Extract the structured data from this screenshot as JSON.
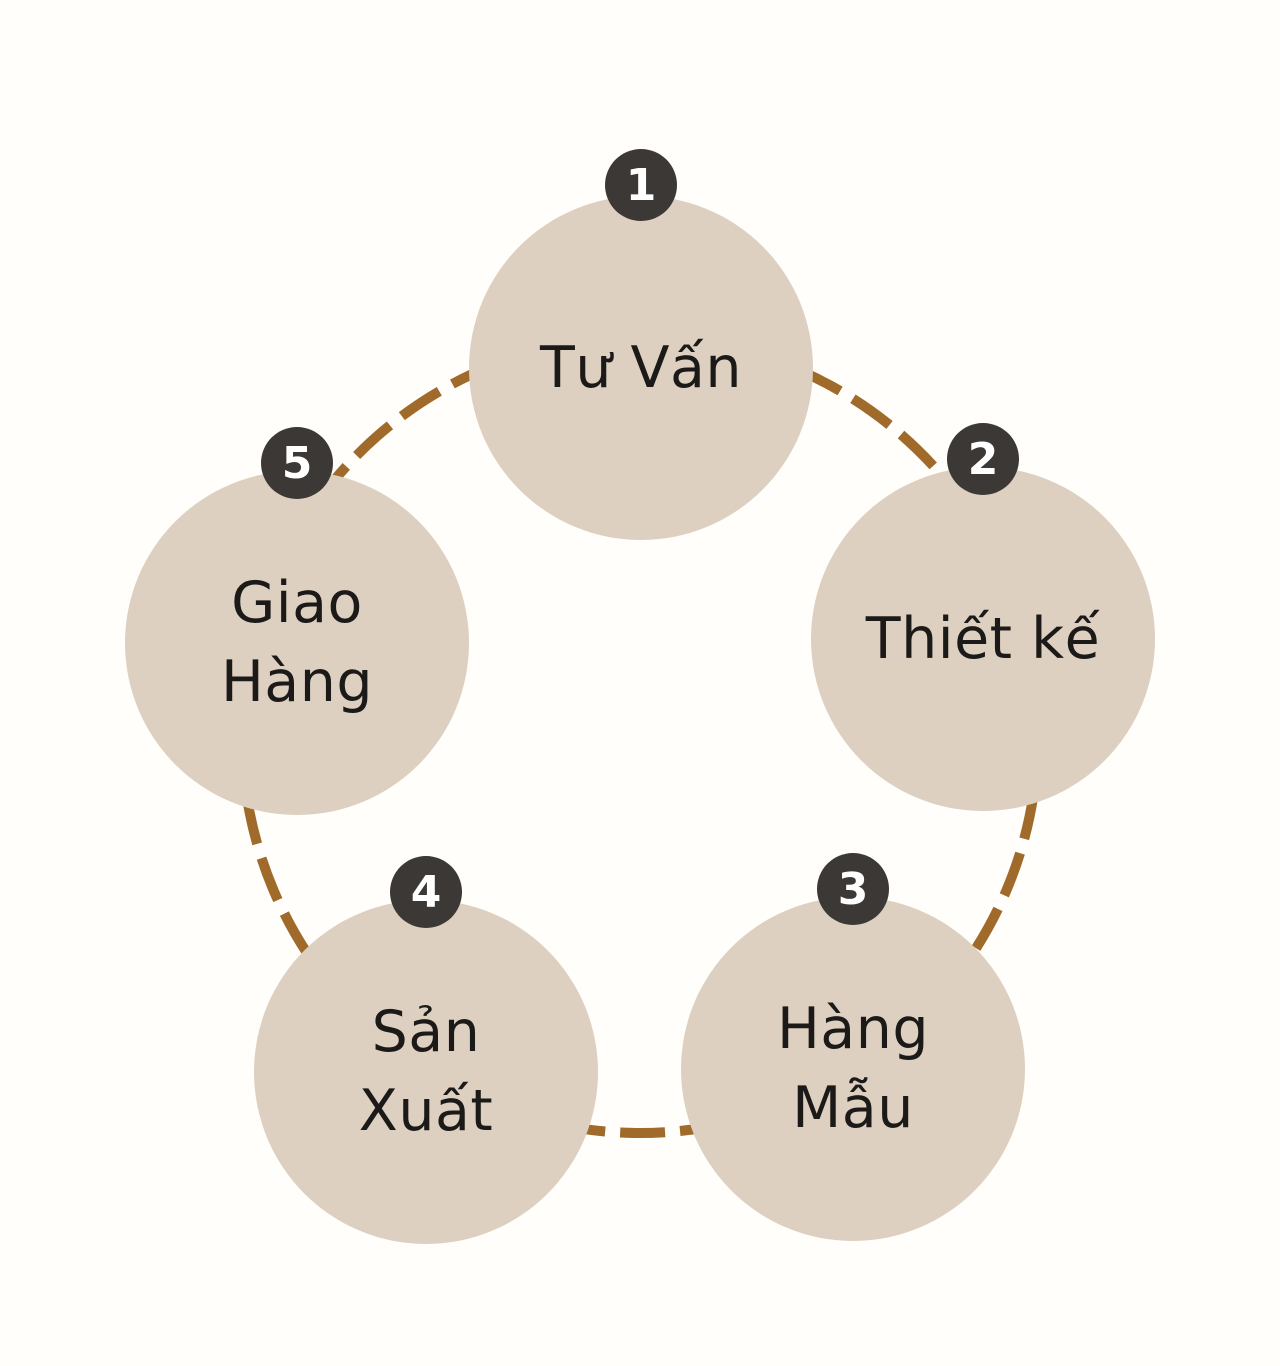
{
  "diagram": {
    "type": "circular-process",
    "steps": [
      {
        "number": "1",
        "label": "Tư Vấn"
      },
      {
        "number": "2",
        "label": "Thiết kế"
      },
      {
        "number": "3",
        "label": "Hàng\nMẫu"
      },
      {
        "number": "4",
        "label": "Sản\nXuất"
      },
      {
        "number": "5",
        "label": "Giao\nHàng"
      }
    ]
  },
  "colors": {
    "background": "#fffefb",
    "circle-fill": "#ddd0c0",
    "badge-fill": "#3c3835",
    "badge-text": "#ffffff",
    "label-text": "#1c1a18",
    "dash-stroke": "#a06a2a"
  }
}
